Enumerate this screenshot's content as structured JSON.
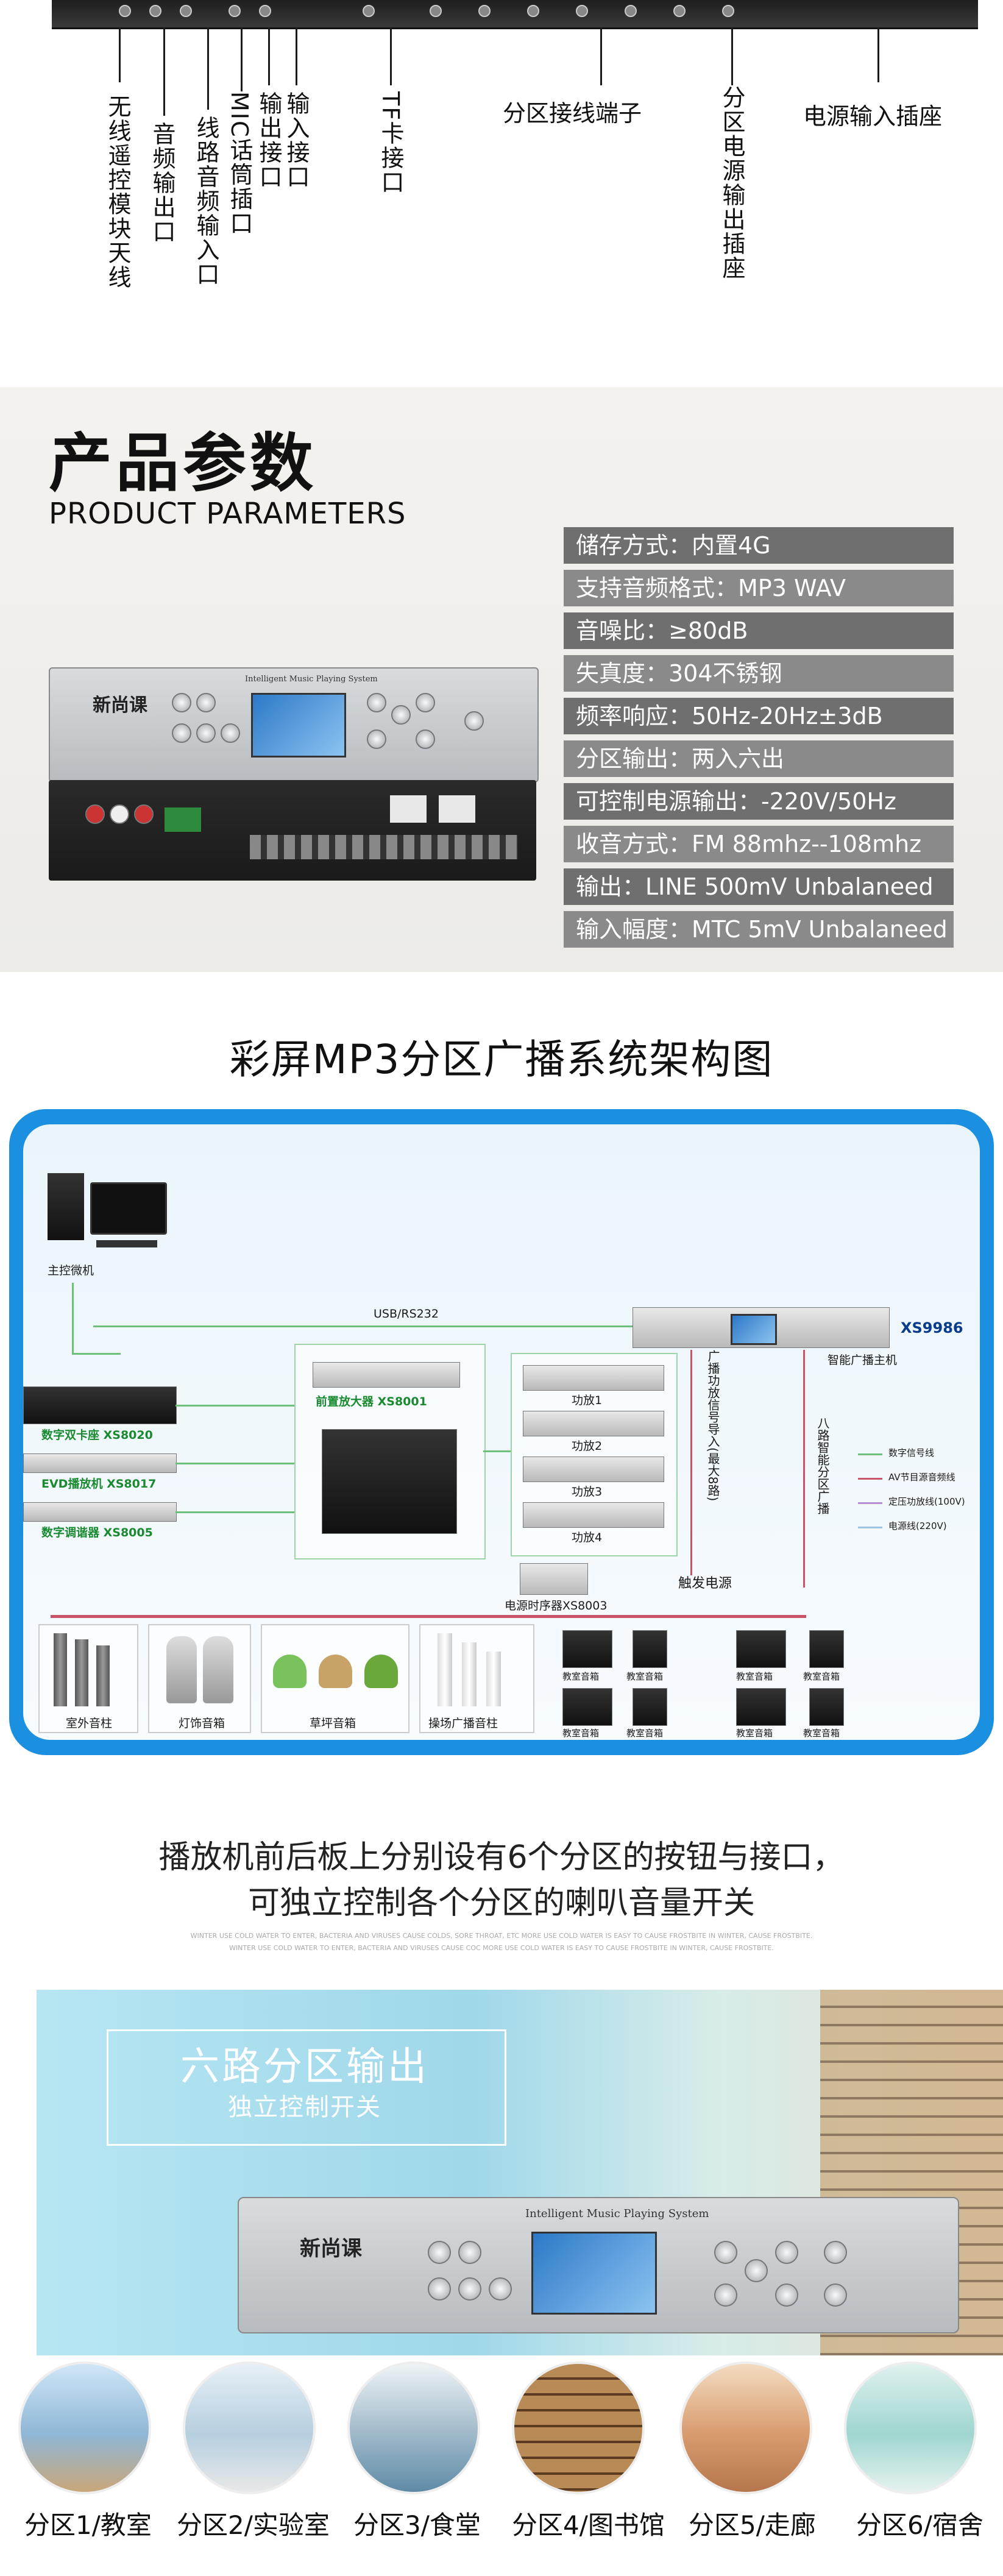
{
  "section1": {
    "labels_vertical": [
      "无线遥控模块天线",
      "音频输出口",
      "线路音频输入口",
      "MIC话筒插口",
      "输出接口",
      "输入接口",
      "TF卡接口",
      "分区电源输出插座"
    ],
    "label_zone_terminal": "分区接线端子",
    "label_power_input": "电源输入插座"
  },
  "section2": {
    "title": "产品参数",
    "subtitle": "PRODUCT PARAMETERS",
    "device_brand": "新尚课",
    "device_model_text": "Intelligent Music Playing System",
    "params": [
      "储存方式：内置4G",
      "支持音频格式：MP3 WAV",
      "音噪比：≥80dB",
      "失真度：304不锈钢",
      "频率响应：50Hz-20Hz±3dB",
      "分区输出：两入六出",
      "可控制电源输出：-220V/50Hz",
      "收音方式：FM 88mhz--108mhz",
      "输出：LINE 500mV Unbalaneed",
      "输入幅度：MTC 5mV Unbalaneed"
    ]
  },
  "section3": {
    "title": "彩屏MP3分区广播系统架构图",
    "host_pc": "主控微机",
    "usb_label": "USB/RS232",
    "main_unit_model": "XS9986",
    "main_unit_name": "智能广播主机",
    "preamp": "前置放大器 XS8001",
    "dual_tape": "数字双卡座 XS8020",
    "evd": "EVD播放机 XS8017",
    "tuner": "数字调谐器 XS8005",
    "amps": [
      "功放1",
      "功放2",
      "功放3",
      "功放4"
    ],
    "power_sequencer": "电源时序器XS8003",
    "trigger_power": "触发电源",
    "signal_input_vertical": "广播功放信号导入(最大8路)",
    "eight_zone_vertical": "八路智能分区广播",
    "legend": [
      "数字信号线",
      "AV节目源音频线",
      "定压功放线(100V)",
      "电源线(220V)"
    ],
    "speakers": [
      "室外音柱",
      "灯饰音箱",
      "草坪音箱",
      "操场广播音柱"
    ],
    "classroom_speaker": "教室音箱",
    "caption_line1": "播放机前后板上分别设有6个分区的按钮与接口，",
    "caption_line2": "可独立控制各个分区的喇叭音量开关",
    "fine_print_1": "WINTER USE COLD WATER TO ENTER, BACTERIA AND VIRUSES CAUSE COLDS, SORE THROAT, ETC MORE USE COLD WATER IS EASY TO CAUSE FROSTBITE IN WINTER, CAUSE FROSTBITE.",
    "fine_print_2": "WINTER USE COLD WATER TO ENTER, BACTERIA AND VIRUSES CAUSE COC MORE USE COLD WATER IS EASY TO CAUSE FROSTBITE IN WINTER, CAUSE FROSTBITE."
  },
  "section4": {
    "banner_title": "六路分区输出",
    "banner_subtitle": "独立控制开关",
    "device_brand": "新尚课",
    "device_model_text": "Intelligent Music Playing System",
    "zones": [
      "分区1/教室",
      "分区2/实验室",
      "分区3/食堂",
      "分区4/图书馆",
      "分区5/走廊",
      "分区6/宿舍"
    ]
  }
}
